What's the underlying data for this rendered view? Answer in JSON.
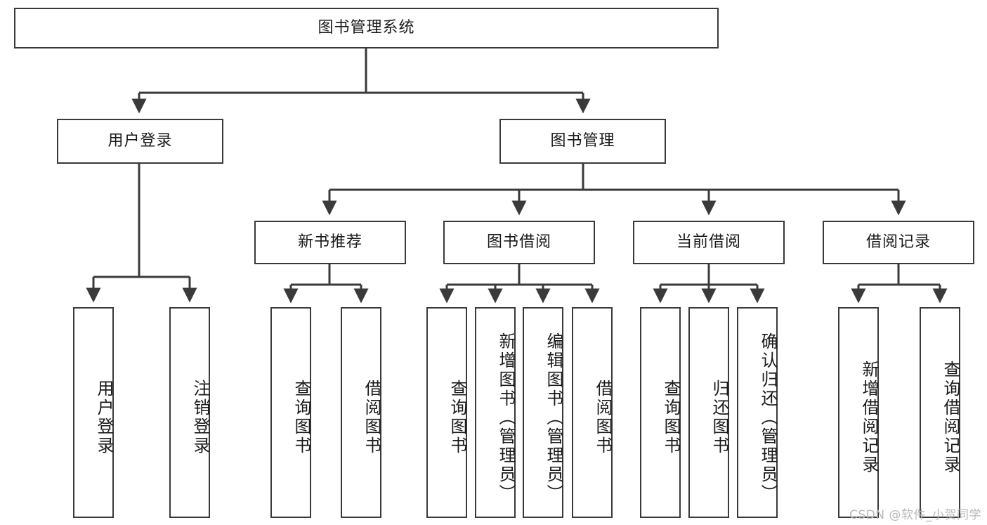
{
  "diagram": {
    "title": "图书管理系统",
    "type": "hierarchy-tree",
    "root": {
      "id": "root",
      "label": "图书管理系统"
    },
    "level2": [
      {
        "id": "user-login",
        "label": "用户登录"
      },
      {
        "id": "book-manage",
        "label": "图书管理"
      }
    ],
    "level3": [
      {
        "id": "new-book-rec",
        "label": "新书推荐",
        "parent": "book-manage"
      },
      {
        "id": "book-borrow",
        "label": "图书借阅",
        "parent": "book-manage"
      },
      {
        "id": "current-borrow",
        "label": "当前借阅",
        "parent": "book-manage"
      },
      {
        "id": "borrow-record",
        "label": "借阅记录",
        "parent": "book-manage"
      }
    ],
    "leaves": [
      {
        "id": "leaf-user-login",
        "label": "用户登录",
        "parent": "user-login"
      },
      {
        "id": "leaf-logout",
        "label": "注销登录",
        "parent": "user-login"
      },
      {
        "id": "leaf-query-book-1",
        "label": "查询图书",
        "parent": "new-book-rec"
      },
      {
        "id": "leaf-borrow-book-1",
        "label": "借阅图书",
        "parent": "new-book-rec"
      },
      {
        "id": "leaf-query-book-2",
        "label": "查询图书",
        "parent": "book-borrow"
      },
      {
        "id": "leaf-add-book",
        "label": "新增图书（管理员）",
        "parent": "book-borrow"
      },
      {
        "id": "leaf-edit-book",
        "label": "编辑图书（管理员）",
        "parent": "book-borrow"
      },
      {
        "id": "leaf-borrow-book-2",
        "label": "借阅图书",
        "parent": "book-borrow"
      },
      {
        "id": "leaf-query-book-3",
        "label": "查询图书",
        "parent": "current-borrow"
      },
      {
        "id": "leaf-return-book",
        "label": "归还图书",
        "parent": "current-borrow"
      },
      {
        "id": "leaf-confirm-return",
        "label": "确认归还（管理员）",
        "parent": "current-borrow"
      },
      {
        "id": "leaf-add-record",
        "label": "新增借阅记录",
        "parent": "borrow-record"
      },
      {
        "id": "leaf-query-record",
        "label": "查询借阅记录",
        "parent": "borrow-record"
      }
    ]
  },
  "watermark": {
    "text": "CSDN @软件_小贺同学"
  },
  "colors": {
    "stroke": "#3a3a3a",
    "background": "#ffffff",
    "text": "#1a1a1a",
    "watermark": "#b9b9b9"
  }
}
